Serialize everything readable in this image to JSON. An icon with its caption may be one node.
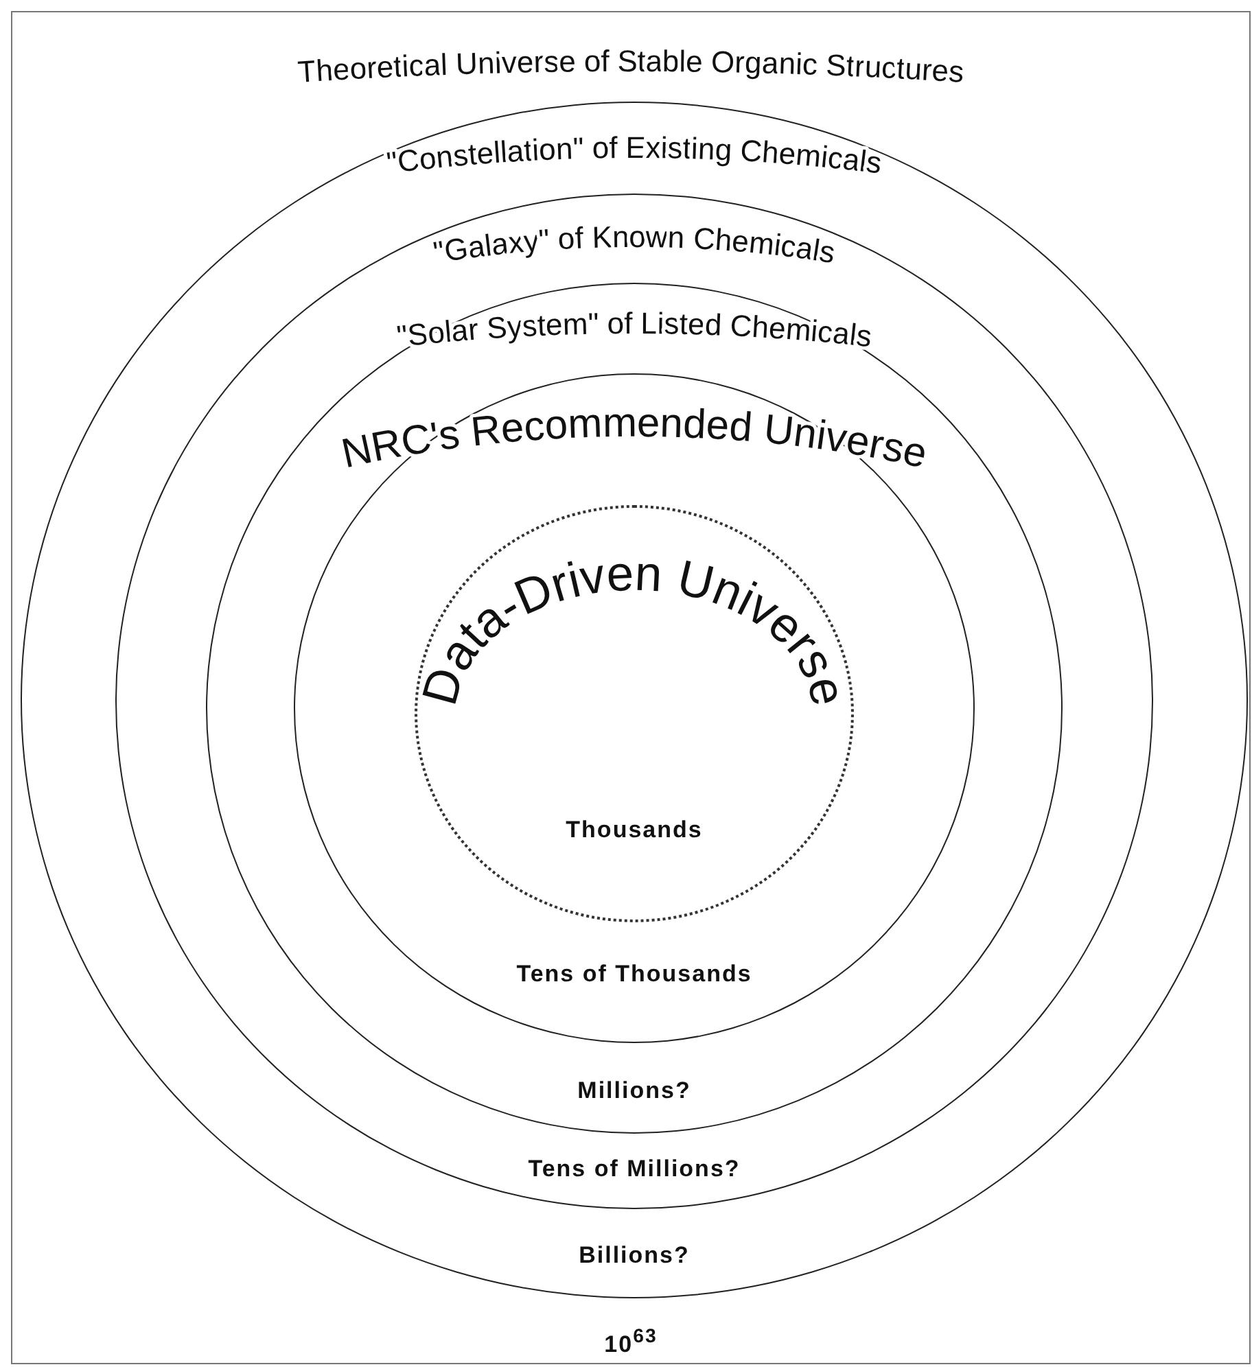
{
  "diagram": {
    "nodes": [
      {
        "text": [
          "Theoretical Universe of Stable Organic Structures",
          "10$^{63}$"
        ]
      },
      {
        "text": [
          "\"Constellation\" of Existing Chemicals",
          "Billions?"
        ],
        "in": 0
      },
      {
        "text": [
          "\"Galaxy\" of Known Chemicals",
          "Tens of Millions?"
        ],
        "in": 1
      },
      {
        "text": [
          "\"Solar System\" of Listed Chemicals",
          "Millions?"
        ],
        "in": 2
      },
      {
        "text": [
          "NRC's Recommended Universe",
          "Tens of Thousands"
        ],
        "in": 3
      },
      {
        "text": [
          "Data-Driven Universe",
          "Thousands"
        ],
        "in": 4
      }
    ]
  }
}
